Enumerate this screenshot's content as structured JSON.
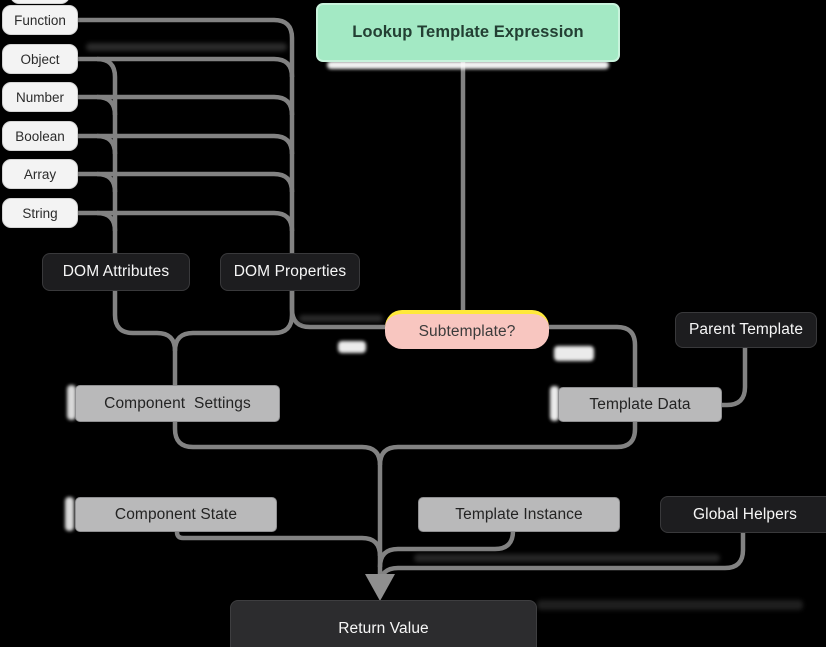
{
  "diagram": {
    "title_node": "Lookup Template Expression",
    "type_pills": {
      "items": [
        "Function",
        "Object",
        "Number",
        "Boolean",
        "Array",
        "String"
      ]
    },
    "nodes": {
      "lookup": "Lookup Template Expression",
      "dom_attributes": "DOM Attributes",
      "dom_properties": "DOM Properties",
      "subtemplate": "Subtemplate?",
      "parent_template": "Parent Template",
      "component_settings": "Component  Settings",
      "template_data": "Template Data",
      "component_state": "Component State",
      "template_instance": "Template Instance",
      "global_helpers": "Global Helpers",
      "return_value": "Return Value"
    },
    "colors": {
      "background": "#000000",
      "line": "#828282",
      "green_fill": "#a3e9c4",
      "green_border": "#c8f3dc",
      "green_text": "#233f33",
      "pink_fill": "#f8c6c0",
      "pink_accent": "#ffe93b",
      "pink_text": "#3b3b3b",
      "dark_fill": "#1d1d1f",
      "dark_border": "#39393b",
      "dark_text": "#f7f7f7",
      "gray_fill": "#b9b9ba",
      "gray_border": "#909092",
      "gray_text": "#232323",
      "pill_fill": "#f3f3f3",
      "pill_border": "#d4d4d4",
      "pill_text": "#2b2b2b",
      "return_fill": "#2c2c2e"
    }
  }
}
